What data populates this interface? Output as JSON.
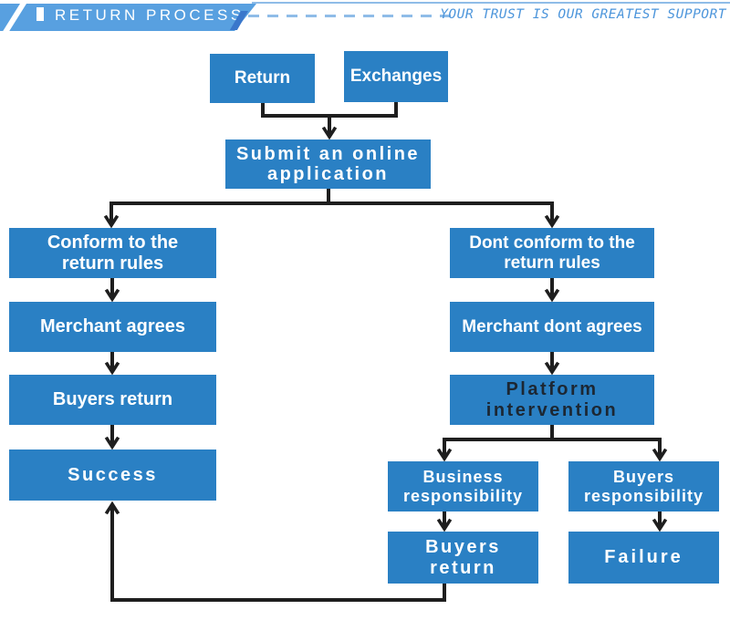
{
  "colors": {
    "box_blue": "#2A80C4",
    "line_dark": "#1E1E1E",
    "banner_blue": "#58A0E0",
    "fold_blue": "#3A77CB",
    "accent_light_blue": "#8FBCE8",
    "slogan_blue": "#4C95DB",
    "text_white": "#FFFFFF",
    "platform_text_dark": "#1C2733"
  },
  "header": {
    "title": "RETURN PROCESS",
    "slogan": "YOUR TRUST IS OUR GREATEST SUPPORT"
  },
  "icons": {
    "title_marker_icon": "vertical-bar"
  },
  "flowchart": {
    "nodes": {
      "return": {
        "label": "Return"
      },
      "exchanges": {
        "label": "Exchanges"
      },
      "submit": {
        "line1": "Submit an online",
        "line2": "application"
      },
      "conform": {
        "line1": "Conform to the",
        "line2": "return rules"
      },
      "merchant_agrees": {
        "label": "Merchant agrees"
      },
      "buyers_return_left": {
        "label": "Buyers return"
      },
      "success": {
        "label": "Success"
      },
      "dont_conform": {
        "line1": "Dont conform to the",
        "line2": "return rules"
      },
      "merchant_dont_agrees": {
        "label": "Merchant dont agrees"
      },
      "platform_intervention": {
        "line1": "Platform",
        "line2": "intervention"
      },
      "business_responsibility": {
        "line1": "Business",
        "line2": "responsibility"
      },
      "buyers_responsibility": {
        "line1": "Buyers",
        "line2": "responsibility"
      },
      "buyers_return_right": {
        "line1": "Buyers",
        "line2": "return"
      },
      "failure": {
        "label": "Failure"
      }
    }
  }
}
